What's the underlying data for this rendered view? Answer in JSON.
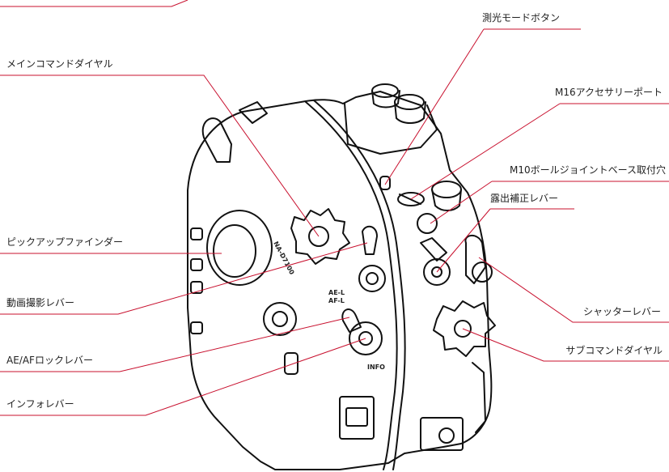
{
  "accent_color": "#c8102e",
  "labels": {
    "metering_button": "測光モードボタン",
    "main_command_dial": "メインコマンドダイヤル",
    "m16_accessory_port": "M16アクセサリーポート",
    "m10_ball_joint_base": "M10ボールジョイントベース取付穴",
    "exposure_comp_lever": "露出補正レバー",
    "pickup_finder": "ピックアップファインダー",
    "movie_lever": "動画撮影レバー",
    "shutter_lever": "シャッターレバー",
    "ae_af_lock_lever": "AE/AFロックレバー",
    "sub_command_dial": "サブコマンドダイヤル",
    "info_lever": "インフォレバー"
  },
  "engravings": {
    "model": "NA-D7100",
    "ae_l": "AE-L",
    "af_l": "AF-L",
    "info": "INFO"
  }
}
